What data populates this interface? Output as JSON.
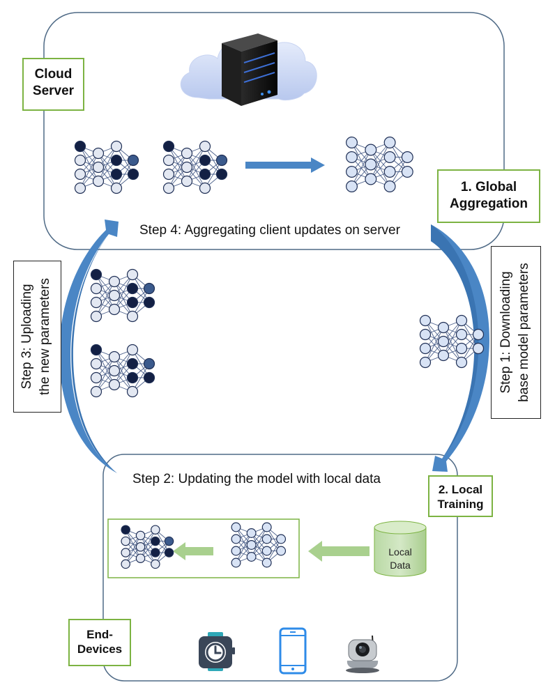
{
  "cloud": {
    "label_line1": "Cloud",
    "label_line2": "Server",
    "icon": "cloud-server-icon"
  },
  "global_aggregation": {
    "line1": "1. Global",
    "line2": "Aggregation"
  },
  "local_training": {
    "line1": "2. Local",
    "line2": "Training"
  },
  "end_devices": {
    "line1": "End-",
    "line2": "Devices"
  },
  "steps": {
    "step1_line1": "Step 1: Downloading",
    "step1_line2": "base model parameters",
    "step2": "Step 2: Updating the model with local data",
    "step3_line1": "Step 3: Uploading",
    "step3_line2": "the new parameters",
    "step4": "Step 4: Aggregating client updates on server"
  },
  "local_data": {
    "line1": "Local",
    "line2": "Data"
  },
  "devices": [
    "smartwatch-icon",
    "smartphone-icon",
    "ip-camera-icon"
  ],
  "colors": {
    "arrow_blue": "#4a86c5",
    "arrow_green": "#a9d08e",
    "box_green": "#7cb342",
    "db_green": "#c5e0b4",
    "panel_border": "#4f6a86"
  }
}
